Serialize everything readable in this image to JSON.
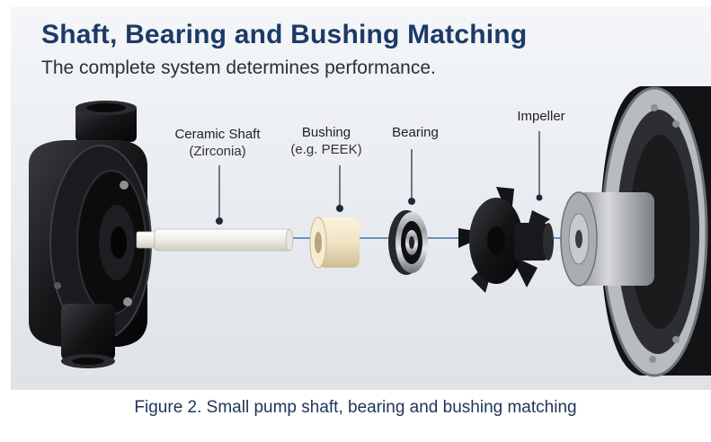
{
  "header": {
    "title": "Shaft, Bearing and Bushing Matching",
    "subtitle": "The complete system determines performance."
  },
  "labels": {
    "ceramic_shaft": "Ceramic Shaft",
    "ceramic_shaft_sub": "(Zirconia)",
    "bushing": "Bushing",
    "bushing_sub": "(e.g. PEEK)",
    "bearing": "Bearing",
    "impeller": "Impeller"
  },
  "caption": "Figure 2. Small pump shaft, bearing and bushing matching",
  "colors": {
    "title": "#1c3a66",
    "caption": "#1d3559",
    "axis_line": "#1f5f9e"
  }
}
